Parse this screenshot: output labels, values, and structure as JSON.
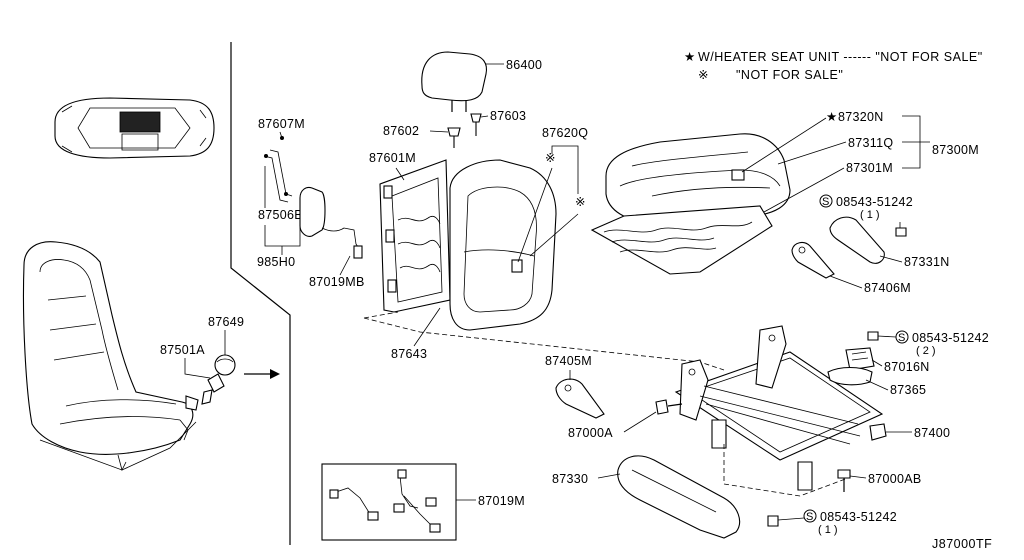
{
  "notes": {
    "heater_line": "W/HEATER SEAT UNIT ------ \"NOT FOR SALE\"",
    "heater_mark": "★",
    "nfs_line": "\"NOT FOR SALE\"",
    "nfs_mark": "※"
  },
  "parts": {
    "p86400": "86400",
    "p87603": "87603",
    "p87602": "87602",
    "p87620Q": "87620Q",
    "p87607M": "87607M",
    "p87601M": "87601M",
    "p87506B": "87506B",
    "p985H0": "985H0",
    "p87019MB": "87019MB",
    "p87643": "87643",
    "p87649": "87649",
    "p87501A": "87501A",
    "p87320N": "87320N",
    "p87311Q": "87311Q",
    "p87301M": "87301M",
    "p87300M": "87300M",
    "p08543_top": "08543-51242",
    "p08543_top_qty": "( 1 )",
    "p87331N": "87331N",
    "p87406M": "87406M",
    "p08543_mid": "08543-51242",
    "p08543_mid_qty": "( 2 )",
    "p87016N": "87016N",
    "p87365": "87365",
    "p87405M": "87405M",
    "p87000A": "87000A",
    "p87400": "87400",
    "p87330": "87330",
    "p87000AB": "87000AB",
    "p08543_bot": "08543-51242",
    "p08543_bot_qty": "( 1 )",
    "p87019M": "87019M"
  },
  "symbols": {
    "star": "★",
    "asterisk": "※",
    "screw_mark": "S"
  },
  "diagram_code": "J87000TF"
}
